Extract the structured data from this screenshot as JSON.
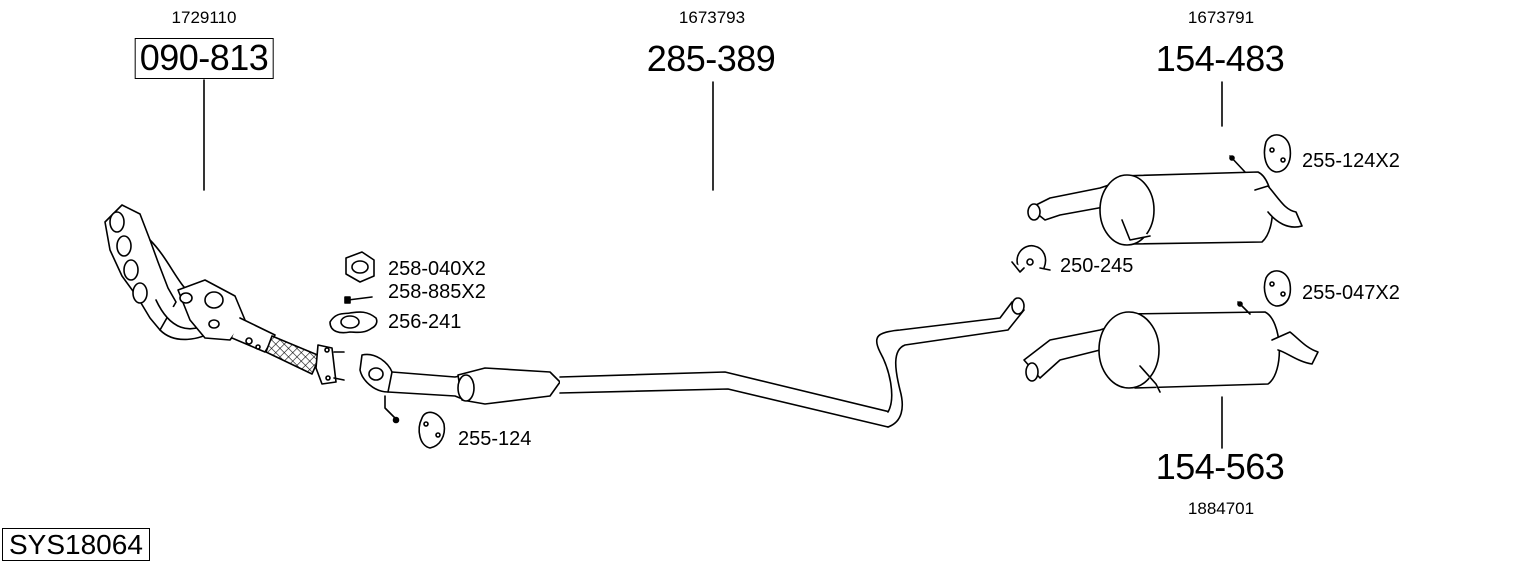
{
  "system_code": "SYS18064",
  "parts": {
    "manifold": {
      "oem": "1729110",
      "part_no": "090-813"
    },
    "middle_pipe": {
      "oem": "1673793",
      "part_no": "285-389"
    },
    "rear_muffler_upper": {
      "oem": "1673791",
      "part_no": "154-483"
    },
    "rear_muffler_lower": {
      "oem": "1884701",
      "part_no": "154-563"
    }
  },
  "accessories": {
    "nut": "258-040X2",
    "stud": "258-885X2",
    "gasket": "256-241",
    "hanger_front": "255-124",
    "clamp": "250-245",
    "hanger_upper": "255-124X2",
    "hanger_lower": "255-047X2"
  }
}
